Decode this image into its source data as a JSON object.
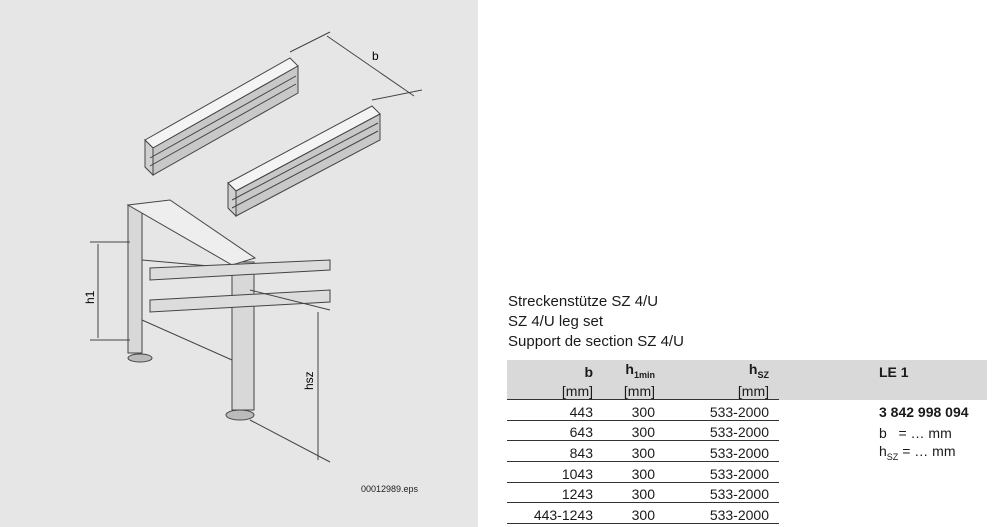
{
  "figure": {
    "labels": {
      "b": "b",
      "h1": "h1",
      "hsz": "hsz"
    },
    "file_ref": "00012989.eps"
  },
  "titles": {
    "de": "Streckenstütze SZ 4/U",
    "en": "SZ 4/U leg set",
    "fr": "Support de section SZ 4/U"
  },
  "table": {
    "headers": {
      "b": "b",
      "h1": "h",
      "h1_sub": "1min",
      "hsz": "h",
      "hsz_sub": "SZ",
      "le": "LE 1"
    },
    "units": {
      "b": "[mm]",
      "h1": "[mm]",
      "hsz": "[mm]"
    },
    "rows": [
      {
        "b": "443",
        "h1": "300",
        "hsz": "533-2000"
      },
      {
        "b": "643",
        "h1": "300",
        "hsz": "533-2000"
      },
      {
        "b": "843",
        "h1": "300",
        "hsz": "533-2000"
      },
      {
        "b": "1043",
        "h1": "300",
        "hsz": "533-2000"
      },
      {
        "b": "1243",
        "h1": "300",
        "hsz": "533-2000"
      },
      {
        "b": "443-1243",
        "h1": "300",
        "hsz": "533-2000"
      }
    ],
    "part_number": "3 842 998 094",
    "note_b": {
      "label": "b",
      "value": "= … mm"
    },
    "note_hsz": {
      "label": "h",
      "sub": "SZ",
      "value": "= … mm"
    }
  }
}
